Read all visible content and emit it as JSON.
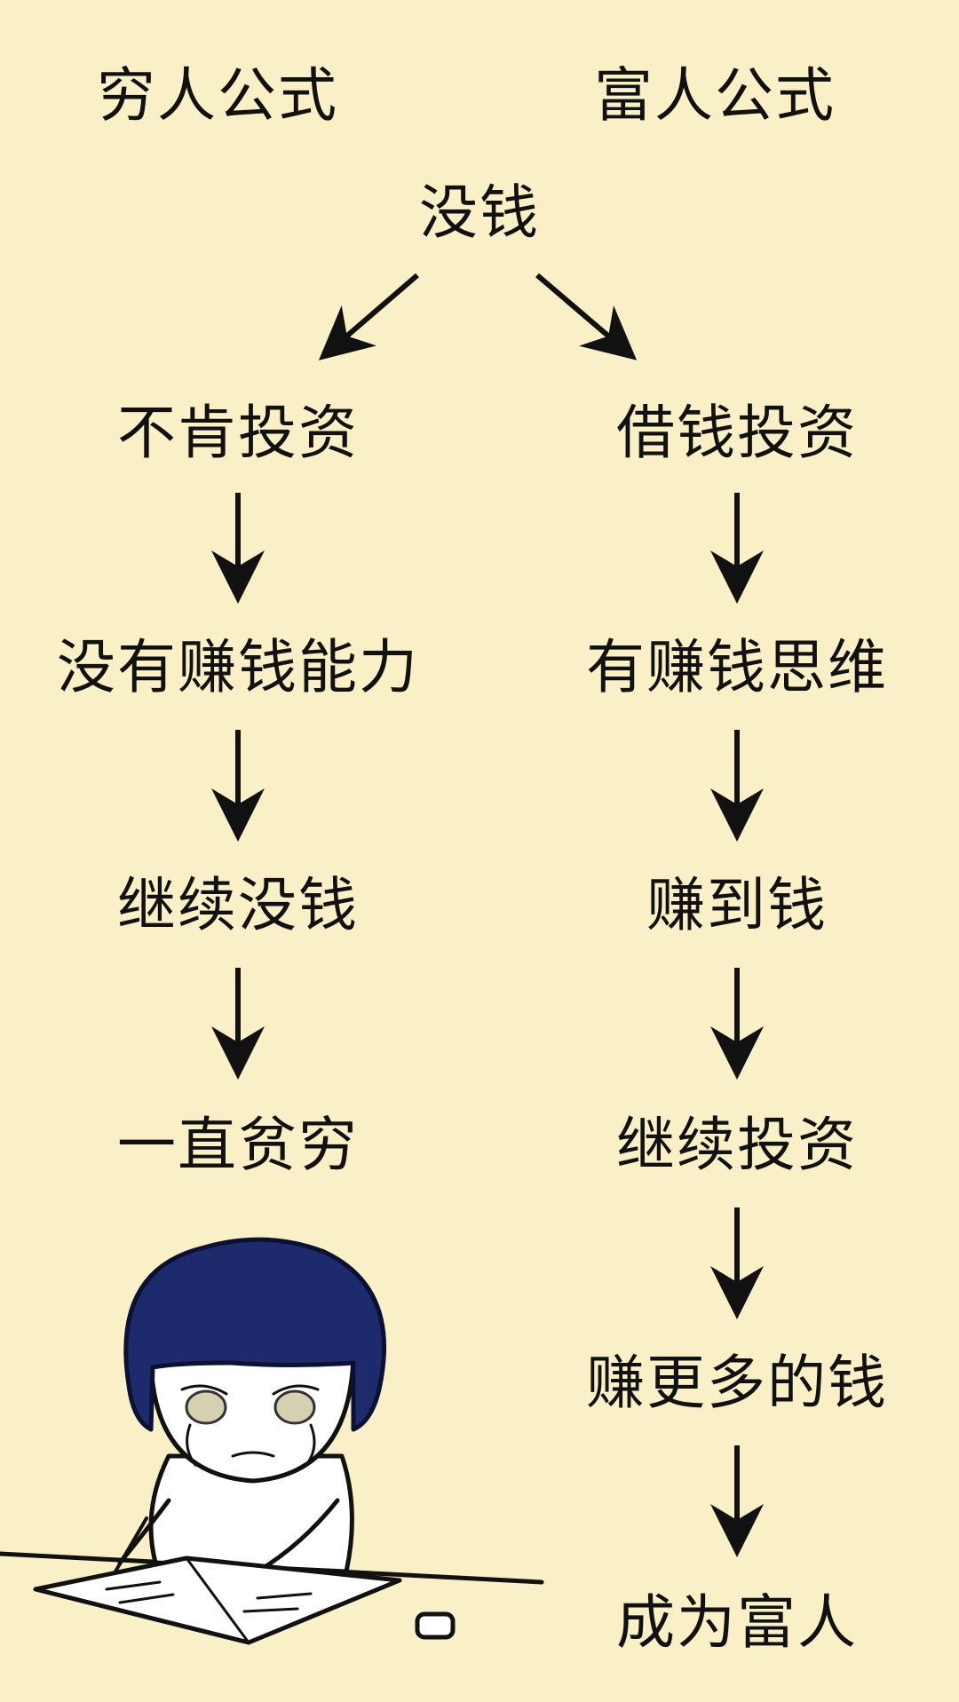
{
  "poor": {
    "title": "穷人公式",
    "steps": [
      "不肯投资",
      "没有赚钱能力",
      "继续没钱",
      "一直贫穷"
    ]
  },
  "rich": {
    "title": "富人公式",
    "steps": [
      "借钱投资",
      "有赚钱思维",
      "赚到钱",
      "继续投资",
      "赚更多的钱",
      "成为富人"
    ]
  },
  "start": "没钱",
  "colors": {
    "background": "#f9f0c8",
    "ink": "#111111",
    "hair": "#1d2a6b"
  },
  "illustration": "crying-student-writing-cartoon"
}
